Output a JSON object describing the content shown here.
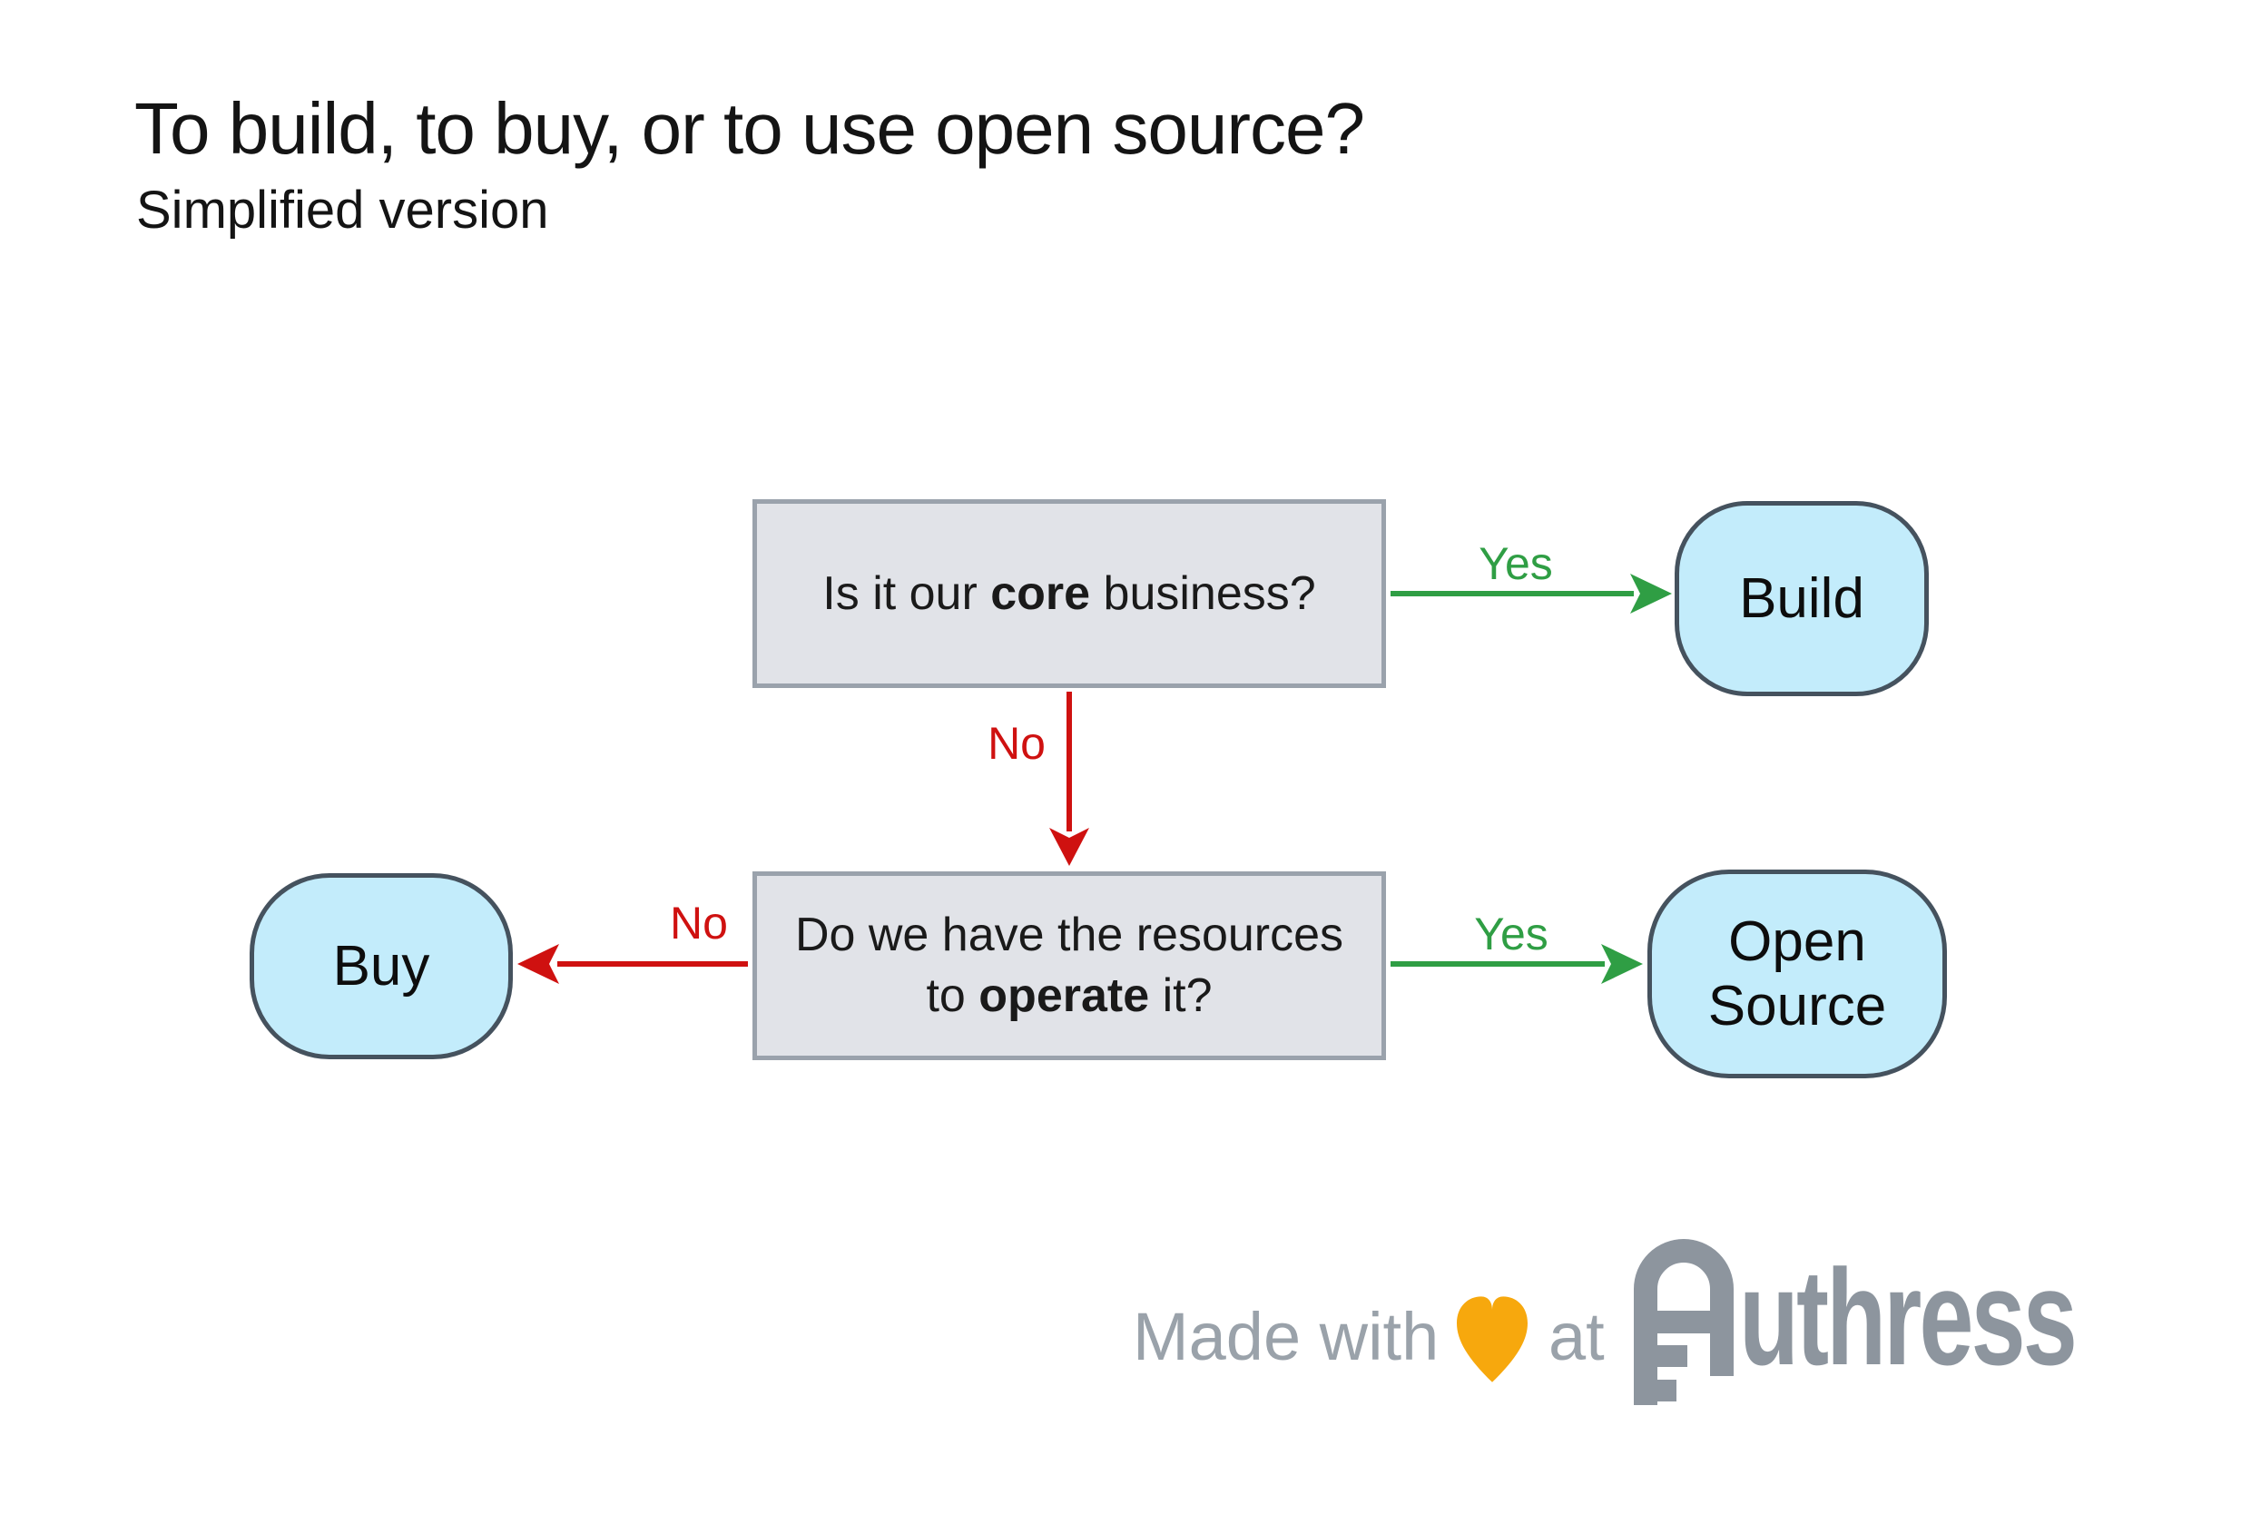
{
  "header": {
    "title": "To build, to buy, or to use open source?",
    "subtitle": "Simplified version"
  },
  "flowchart": {
    "question1": {
      "prefix": "Is it our ",
      "bold": "core",
      "suffix": " business?"
    },
    "question2": {
      "line1": "Do we have the resources",
      "line2_prefix": "to ",
      "line2_bold": "operate",
      "line2_suffix": " it?"
    },
    "nodes": {
      "build": "Build",
      "buy": "Buy",
      "open_source_line1": "Open",
      "open_source_line2": "Source"
    },
    "edge_labels": {
      "yes_to_build": "Yes",
      "no_to_question2": "No",
      "yes_to_open_source": "Yes",
      "no_to_buy": "No"
    },
    "colors": {
      "yes_green": "#2f9e44",
      "no_red": "#cf1110",
      "node_fill": "#c3ecfb",
      "node_border": "#45525e",
      "box_fill": "#e1e3e8",
      "box_border": "#9aa2ac"
    }
  },
  "footer": {
    "made_with": "Made with",
    "at": "at",
    "brand": "Authress",
    "brand_rest": "uthress",
    "colors": {
      "text_gray": "#9aa2aa",
      "logo_gray": "#8d959e",
      "heart_orange": "#f7a80d"
    }
  }
}
